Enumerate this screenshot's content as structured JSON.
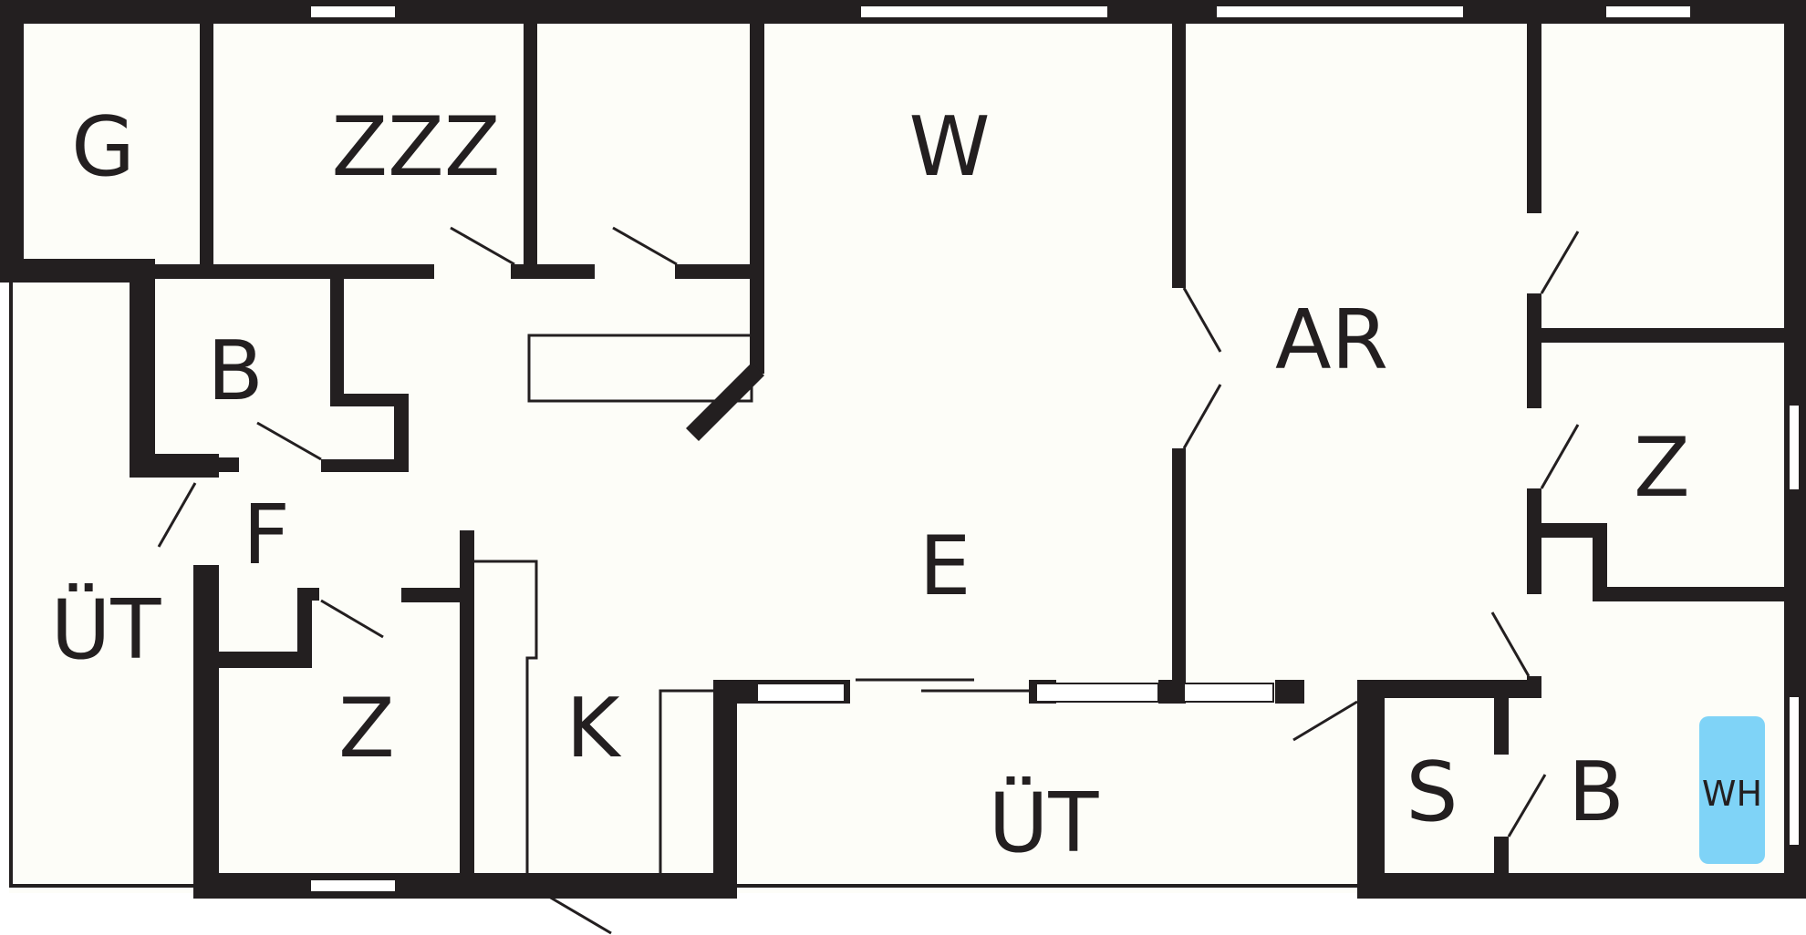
{
  "rooms": {
    "g": "G",
    "zzz": "ZZZ",
    "w": "W",
    "ar": "AR",
    "b_left": "B",
    "f": "F",
    "e": "E",
    "ut_left": "ÜT",
    "z_left": "Z",
    "k": "K",
    "ut_bottom": "ÜT",
    "s": "S",
    "b_right": "B",
    "z_right": "Z",
    "wh": "WH"
  },
  "colors": {
    "wall": "#231f20",
    "floor": "#fdfdf8",
    "water_heater": "#7fd3f7"
  }
}
